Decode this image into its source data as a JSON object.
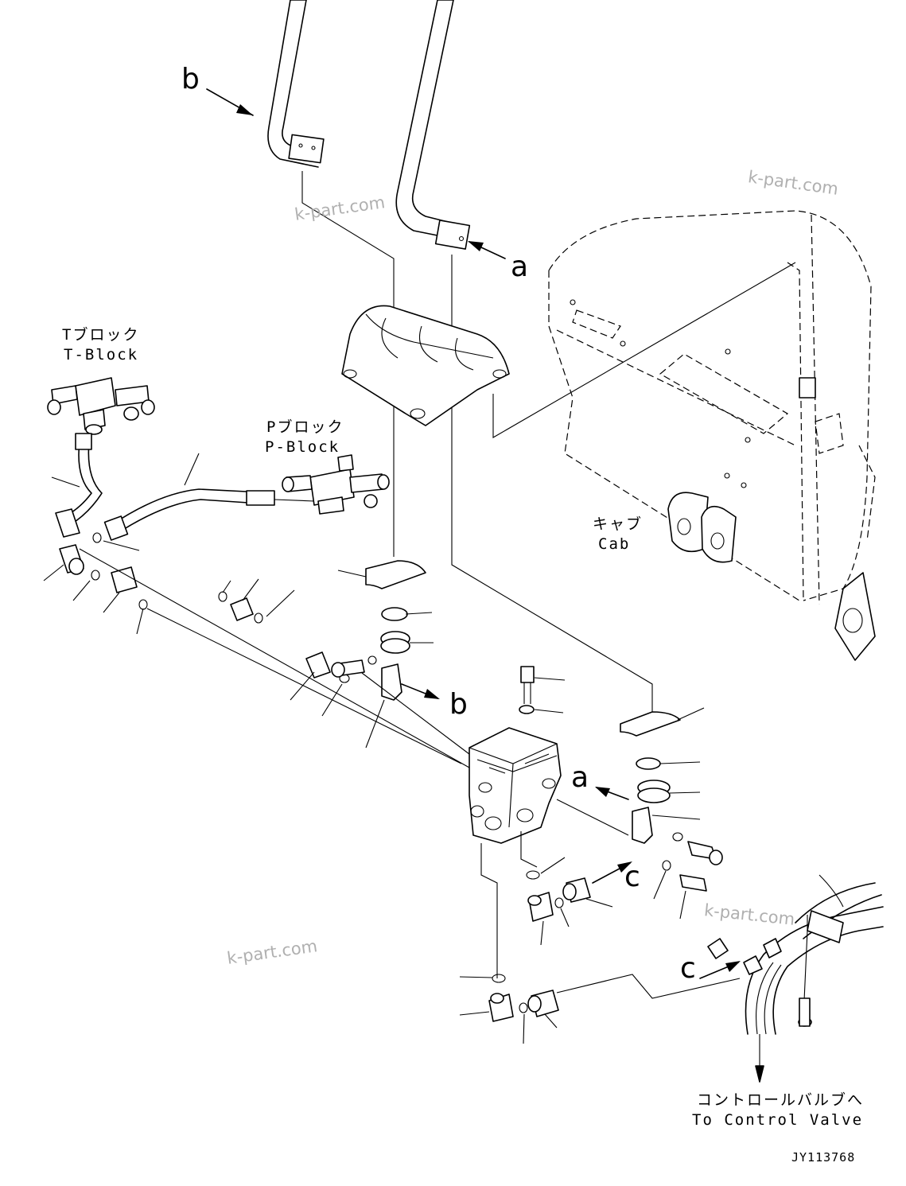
{
  "labels": {
    "t_block_jp": "Tブロック",
    "t_block_en": "T-Block",
    "p_block_jp": "Pブロック",
    "p_block_en": "P-Block",
    "cab_jp": "キャブ",
    "cab_en": "Cab",
    "control_valve_jp": "コントロールバルブへ",
    "control_valve_en": "To Control Valve"
  },
  "callouts": {
    "a_top": "a",
    "a_mid": "a",
    "b_top": "b",
    "b_mid": "b",
    "c_mid": "c",
    "c_right": "c"
  },
  "watermarks": [
    "k-part.com",
    "k-part.com",
    "k-part.com",
    "k-part.com"
  ],
  "drawing_code": "JY113768"
}
